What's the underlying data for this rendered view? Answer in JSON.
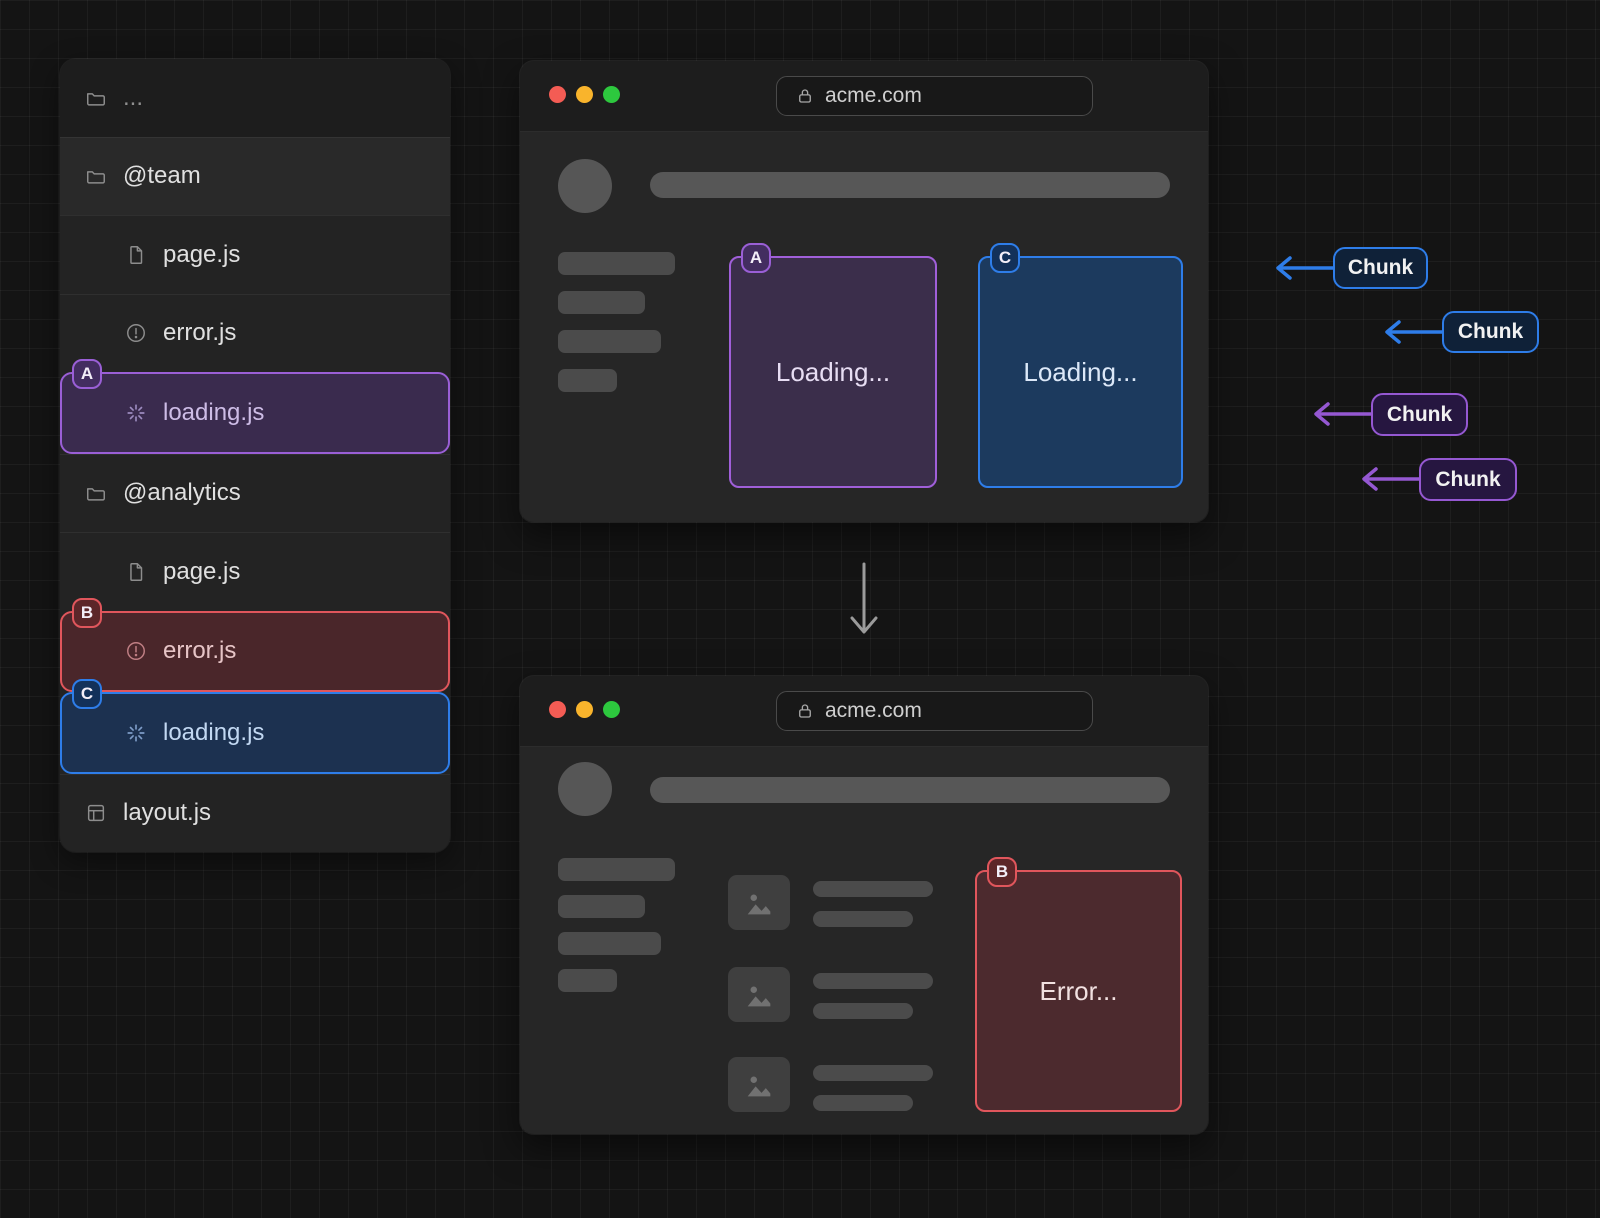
{
  "colors": {
    "purple": "#9a5fd6",
    "blue": "#2e7de9",
    "red": "#e0565c"
  },
  "file_tree": {
    "items": [
      {
        "label": "...",
        "icon": "folder-icon"
      },
      {
        "label": "@team",
        "icon": "folder-icon"
      },
      {
        "label": "page.js",
        "icon": "file-icon"
      },
      {
        "label": "error.js",
        "icon": "alert-circle-icon"
      },
      {
        "label": "loading.js",
        "icon": "spinner-icon",
        "badge": "A",
        "highlight": "purple"
      },
      {
        "label": "@analytics",
        "icon": "folder-icon"
      },
      {
        "label": "page.js",
        "icon": "file-icon"
      },
      {
        "label": "error.js",
        "icon": "alert-circle-icon",
        "badge": "B",
        "highlight": "red"
      },
      {
        "label": "loading.js",
        "icon": "spinner-icon",
        "badge": "C",
        "highlight": "blue"
      },
      {
        "label": "layout.js",
        "icon": "layout-icon"
      }
    ]
  },
  "browser_top": {
    "url": "acme.com",
    "slot_a": {
      "badge": "A",
      "text": "Loading..."
    },
    "slot_c": {
      "badge": "C",
      "text": "Loading..."
    }
  },
  "browser_bottom": {
    "url": "acme.com",
    "slot_b": {
      "badge": "B",
      "text": "Error..."
    }
  },
  "chunk_labels": [
    {
      "text": "Chunk",
      "color": "blue"
    },
    {
      "text": "Chunk",
      "color": "blue"
    },
    {
      "text": "Chunk",
      "color": "purple"
    },
    {
      "text": "Chunk",
      "color": "purple"
    }
  ]
}
